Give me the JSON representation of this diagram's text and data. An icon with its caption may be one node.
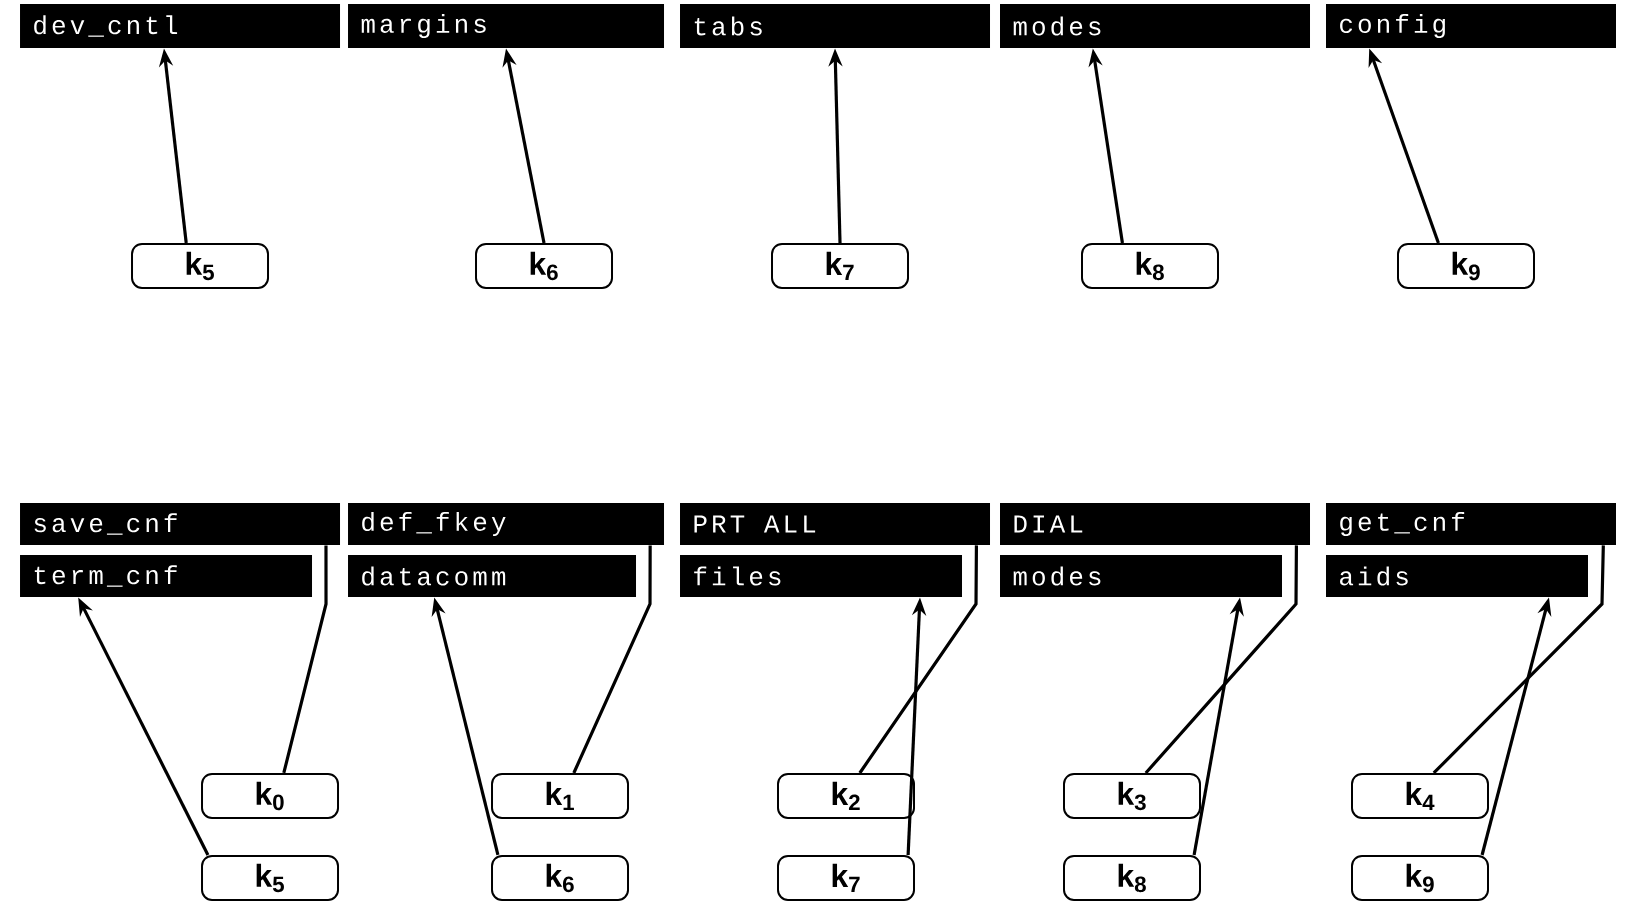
{
  "diagram": {
    "nodes": [
      {
        "text": [
          "dev_cntl"
        ]
      },
      {
        "text": [
          "margins"
        ]
      },
      {
        "text": [
          "tabs"
        ]
      },
      {
        "text": [
          "modes"
        ]
      },
      {
        "text": [
          "config"
        ]
      },
      {
        "text": [
          "k$_{5}$"
        ]
      },
      {
        "text": [
          "k$_{6}$"
        ]
      },
      {
        "text": [
          "k$_{7}$"
        ]
      },
      {
        "text": [
          "k$_{8}$"
        ]
      },
      {
        "text": [
          "k$_{9}$"
        ]
      },
      {
        "text": [
          "save_cnf"
        ]
      },
      {
        "text": [
          "def_fkey"
        ]
      },
      {
        "text": [
          "PRT ALL"
        ]
      },
      {
        "text": [
          "DIAL"
        ]
      },
      {
        "text": [
          "get_cnf"
        ]
      },
      {
        "text": [
          "term_cnf"
        ]
      },
      {
        "text": [
          "datacomm"
        ]
      },
      {
        "text": [
          "files"
        ]
      },
      {
        "text": [
          "modes"
        ]
      },
      {
        "text": [
          "aids"
        ]
      },
      {
        "text": [
          "k$_{0}$"
        ]
      },
      {
        "text": [
          "k$_{1}$"
        ]
      },
      {
        "text": [
          "k$_{2}$"
        ]
      },
      {
        "text": [
          "k$_{3}$"
        ]
      },
      {
        "text": [
          "k$_{4}$"
        ]
      },
      {
        "text": [
          "k$_{5}$"
        ]
      },
      {
        "text": [
          "k$_{6}$"
        ]
      },
      {
        "text": [
          "k$_{7}$"
        ]
      },
      {
        "text": [
          "k$_{8}$"
        ]
      },
      {
        "text": [
          "k$_{9}$"
        ]
      }
    ],
    "edges": [
      {
        "from": 5,
        "to": 0,
        "arrow": "to"
      },
      {
        "from": 6,
        "to": 1,
        "arrow": "to"
      },
      {
        "from": 7,
        "to": 2,
        "arrow": "to"
      },
      {
        "from": 8,
        "to": 3,
        "arrow": "to"
      },
      {
        "from": 9,
        "to": 4,
        "arrow": "to"
      },
      {
        "from": 20,
        "to": 10,
        "arrow": "none"
      },
      {
        "from": 25,
        "to": 15,
        "arrow": "to"
      },
      {
        "from": 21,
        "to": 11,
        "arrow": "none"
      },
      {
        "from": 26,
        "to": 16,
        "arrow": "to"
      },
      {
        "from": 22,
        "to": 12,
        "arrow": "none"
      },
      {
        "from": 27,
        "to": 17,
        "arrow": "to"
      },
      {
        "from": 23,
        "to": 13,
        "arrow": "none"
      },
      {
        "from": 28,
        "to": 18,
        "arrow": "to"
      },
      {
        "from": 24,
        "to": 14,
        "arrow": "none"
      },
      {
        "from": 29,
        "to": 19,
        "arrow": "to"
      }
    ]
  }
}
